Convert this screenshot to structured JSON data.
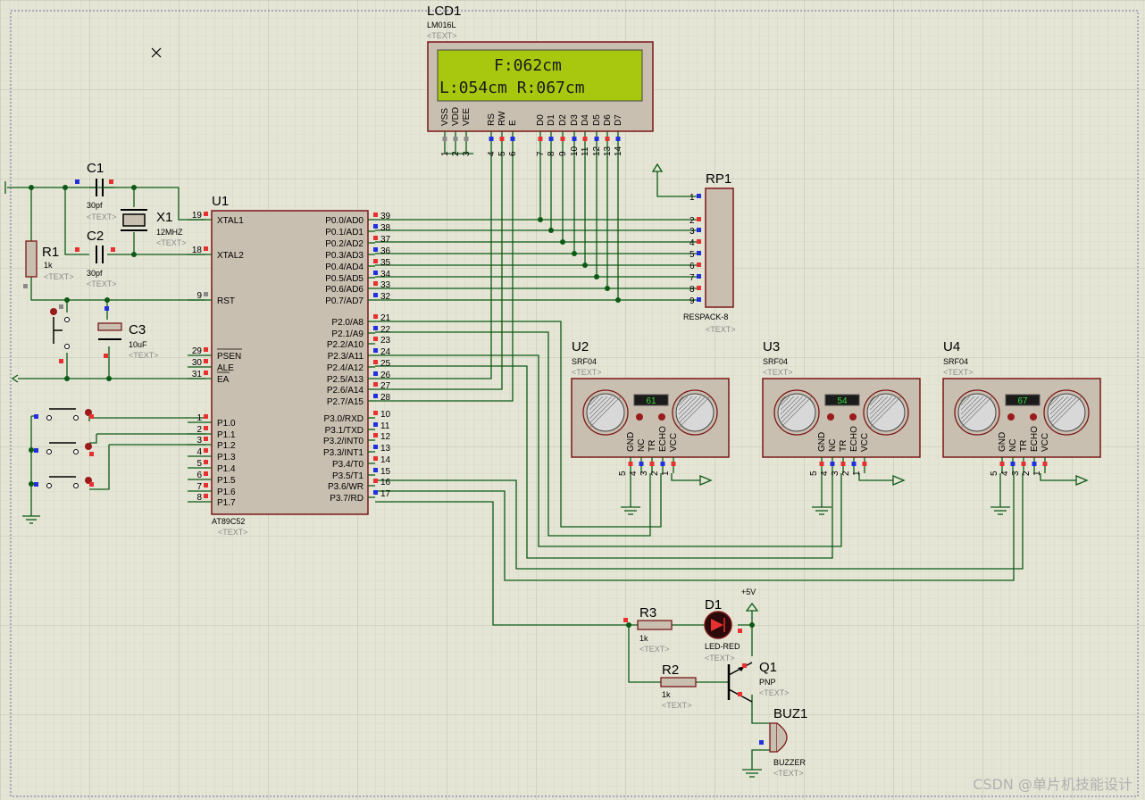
{
  "colors": {
    "wire": "#0b5a14",
    "body": "#c9bfb0",
    "outline": "#7a1717",
    "pinRed": "#e83030",
    "pinBlue": "#2030e0",
    "lcdGreen": "#a8c80f",
    "grid": "#cbcbb8",
    "background": "#e5e5d6"
  },
  "lcd": {
    "ref": "LCD1",
    "model": "LM016L",
    "placeholder": "<TEXT>",
    "line1": "F:062cm",
    "line2": "L:054cm R:067cm",
    "pins": [
      "VSS",
      "VDD",
      "VEE",
      "RS",
      "RW",
      "E",
      "D0",
      "D1",
      "D2",
      "D3",
      "D4",
      "D5",
      "D6",
      "D7"
    ],
    "pin_nums": [
      "1",
      "2",
      "3",
      "4",
      "5",
      "6",
      "7",
      "8",
      "9",
      "10",
      "11",
      "12",
      "13",
      "14"
    ]
  },
  "u1": {
    "ref": "U1",
    "model": "AT89C52",
    "placeholder": "<TEXT>",
    "left_pins": [
      {
        "name": "XTAL1",
        "num": "19"
      },
      {
        "name": "XTAL2",
        "num": "18"
      },
      {
        "name": "RST",
        "num": "9"
      },
      {
        "name": "PSEN",
        "num": "29"
      },
      {
        "name": "ALE",
        "num": "30"
      },
      {
        "name": "EA",
        "num": "31"
      },
      {
        "name": "P1.0",
        "num": "1"
      },
      {
        "name": "P1.1",
        "num": "2"
      },
      {
        "name": "P1.2",
        "num": "3"
      },
      {
        "name": "P1.3",
        "num": "4"
      },
      {
        "name": "P1.4",
        "num": "5"
      },
      {
        "name": "P1.5",
        "num": "6"
      },
      {
        "name": "P1.6",
        "num": "7"
      },
      {
        "name": "P1.7",
        "num": "8"
      }
    ],
    "p0": [
      {
        "name": "P0.0/AD0",
        "num": "39"
      },
      {
        "name": "P0.1/AD1",
        "num": "38"
      },
      {
        "name": "P0.2/AD2",
        "num": "37"
      },
      {
        "name": "P0.3/AD3",
        "num": "36"
      },
      {
        "name": "P0.4/AD4",
        "num": "35"
      },
      {
        "name": "P0.5/AD5",
        "num": "34"
      },
      {
        "name": "P0.6/AD6",
        "num": "33"
      },
      {
        "name": "P0.7/AD7",
        "num": "32"
      }
    ],
    "p2": [
      {
        "name": "P2.0/A8",
        "num": "21"
      },
      {
        "name": "P2.1/A9",
        "num": "22"
      },
      {
        "name": "P2.2/A10",
        "num": "23"
      },
      {
        "name": "P2.3/A11",
        "num": "24"
      },
      {
        "name": "P2.4/A12",
        "num": "25"
      },
      {
        "name": "P2.5/A13",
        "num": "26"
      },
      {
        "name": "P2.6/A14",
        "num": "27"
      },
      {
        "name": "P2.7/A15",
        "num": "28"
      }
    ],
    "p3": [
      {
        "name": "P3.0/RXD",
        "num": "10"
      },
      {
        "name": "P3.1/TXD",
        "num": "11"
      },
      {
        "name": "P3.2/INT0",
        "num": "12"
      },
      {
        "name": "P3.3/INT1",
        "num": "13"
      },
      {
        "name": "P3.4/T0",
        "num": "14"
      },
      {
        "name": "P3.5/T1",
        "num": "15"
      },
      {
        "name": "P3.6/WR",
        "num": "16"
      },
      {
        "name": "P3.7/RD",
        "num": "17"
      }
    ]
  },
  "rp1": {
    "ref": "RP1",
    "model": "RESPACK-8",
    "placeholder": "<TEXT>",
    "pins": [
      "1",
      "2",
      "3",
      "4",
      "5",
      "6",
      "7",
      "8",
      "9"
    ]
  },
  "sensors": [
    {
      "ref": "U2",
      "model": "SRF04",
      "placeholder": "<TEXT>",
      "reading": "61"
    },
    {
      "ref": "U3",
      "model": "SRF04",
      "placeholder": "<TEXT>",
      "reading": "54"
    },
    {
      "ref": "U4",
      "model": "SRF04",
      "placeholder": "<TEXT>",
      "reading": "67"
    }
  ],
  "sensor_pins": {
    "names": [
      "GND",
      "NC",
      "TR",
      "ECHO",
      "VCC"
    ],
    "nums": [
      "5",
      "4",
      "3",
      "2",
      "1"
    ]
  },
  "c1": {
    "ref": "C1",
    "value": "30pf",
    "placeholder": "<TEXT>"
  },
  "c2": {
    "ref": "C2",
    "value": "30pf",
    "placeholder": "<TEXT>"
  },
  "c3": {
    "ref": "C3",
    "value": "10uF",
    "placeholder": "<TEXT>"
  },
  "x1": {
    "ref": "X1",
    "value": "12MHZ",
    "placeholder": "<TEXT>"
  },
  "r1": {
    "ref": "R1",
    "value": "1k",
    "placeholder": "<TEXT>"
  },
  "r2": {
    "ref": "R2",
    "value": "1k",
    "placeholder": "<TEXT>"
  },
  "r3": {
    "ref": "R3",
    "value": "1k",
    "placeholder": "<TEXT>"
  },
  "d1": {
    "ref": "D1",
    "value": "LED-RED",
    "placeholder": "<TEXT>"
  },
  "q1": {
    "ref": "Q1",
    "value": "PNP",
    "placeholder": "<TEXT>"
  },
  "buz": {
    "ref": "BUZ1",
    "value": "BUZZER",
    "placeholder": "<TEXT>"
  },
  "power": {
    "label": "+5V"
  },
  "watermark": "CSDN @单片机技能设计"
}
